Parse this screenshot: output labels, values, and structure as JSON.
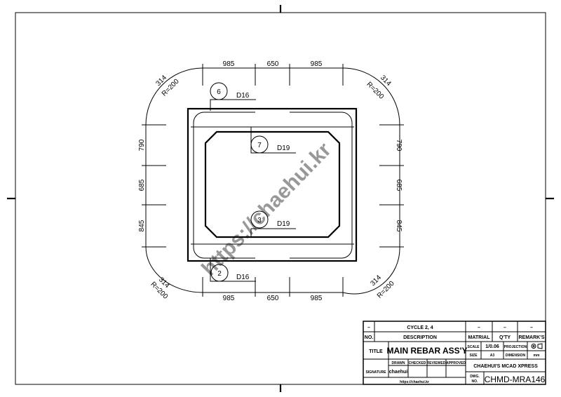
{
  "drawing": {
    "top_dims": [
      "985",
      "650",
      "985"
    ],
    "bottom_dims": [
      "985",
      "650",
      "985"
    ],
    "left_dims": [
      "790",
      "685",
      "845"
    ],
    "right_dims": [
      "790",
      "685",
      "845"
    ],
    "arc_length": "314",
    "radius": "R=200",
    "bars": [
      {
        "mark": "6",
        "size": "D16"
      },
      {
        "mark": "7",
        "size": "D19"
      },
      {
        "mark": "3",
        "size": "D19"
      },
      {
        "mark": "2",
        "size": "D16"
      }
    ],
    "watermark": "https://chaehui.kr"
  },
  "title_block": {
    "rev_no": "–",
    "rev_desc": "CYCLE 2, 4",
    "rev_mat": "–",
    "rev_qty": "–",
    "rev_remark": "–",
    "no_label": "NO.",
    "description_label": "DESCRIPTION",
    "material_label": "MATRIAL",
    "qty_label": "Q'TY",
    "remarks_label": "REMARK'S",
    "title_label": "TITLE",
    "title": "MAIN REBAR ASS'Y",
    "scale_label": "SCALE",
    "scale": "1/0.06",
    "projection_label": "PROJECTION",
    "projection_icon": "first-angle-projection-icon",
    "size_label": "SIZE",
    "size": "A3",
    "dimension_label": "DIMENSION",
    "dimension": "mm",
    "drawn_label": "DRAWN",
    "checked_label": "CHECKED",
    "reviewed_label": "REVIEWED",
    "approved_label": "APPROVED",
    "signature_label": "SIGNATURE",
    "signature": "chaehui",
    "company": "CHAEHUI'S MCAD XPRESS",
    "dwg_no_label1": "DWG.",
    "dwg_no_label2": "NO.",
    "dwg_no": "CHMD-MRA146",
    "url": "https://chaehui.kr"
  }
}
